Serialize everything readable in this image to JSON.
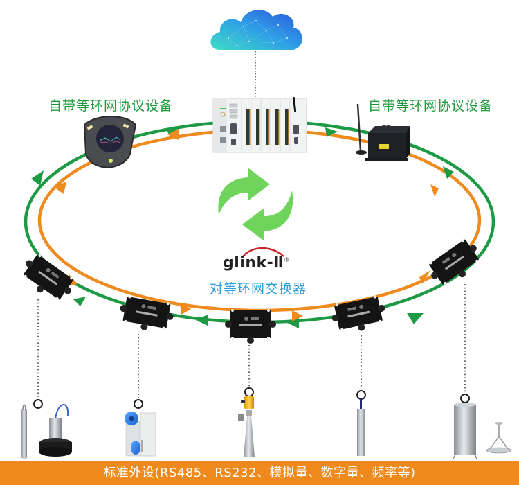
{
  "labels": {
    "left_device": "自带等环网协议设备",
    "right_device": "自带等环网协议设备",
    "brand": "glink-Ⅱ",
    "brand_mark": "®",
    "subtitle": "对等环网交换器",
    "footer": "标准外设(RS485、RS232、模拟量、数字量、频率等)"
  },
  "colors": {
    "ring_outer": "#1f9a44",
    "ring_inner": "#ef8a1f",
    "sync_arrows": "#6fd45c",
    "footer_bg": "#ee8a1d",
    "label_green": "#1f9a3c",
    "subtitle_blue": "#2d9fd9",
    "cloud_start": "#3fd6c8",
    "cloud_end": "#2a5fe0"
  },
  "nodes": [
    {
      "id": "cloud",
      "icon": "cloud-icon"
    },
    {
      "id": "controller",
      "icon": "plc-controller-icon"
    },
    {
      "id": "left-device",
      "icon": "handheld-terminal-icon"
    },
    {
      "id": "right-device",
      "icon": "rtu-box-with-antenna-icon"
    },
    {
      "id": "switch-1",
      "icon": "ring-switch-icon"
    },
    {
      "id": "switch-2",
      "icon": "ring-switch-icon"
    },
    {
      "id": "switch-3",
      "icon": "ring-switch-icon"
    },
    {
      "id": "switch-4",
      "icon": "ring-switch-icon"
    },
    {
      "id": "switch-5",
      "icon": "ring-switch-icon"
    }
  ],
  "peripherals": [
    {
      "id": "water-level-probe",
      "icon": "probe-sensor-icon"
    },
    {
      "id": "flow-meter",
      "icon": "flow-meter-icon"
    },
    {
      "id": "radar-level-meter",
      "icon": "radar-level-icon"
    },
    {
      "id": "submersible-sensor",
      "icon": "cylinder-sensor-icon"
    },
    {
      "id": "rain-gauge",
      "icon": "rain-gauge-icon"
    }
  ],
  "ring_directions": {
    "outer": "clockwise",
    "inner": "counterclockwise"
  }
}
